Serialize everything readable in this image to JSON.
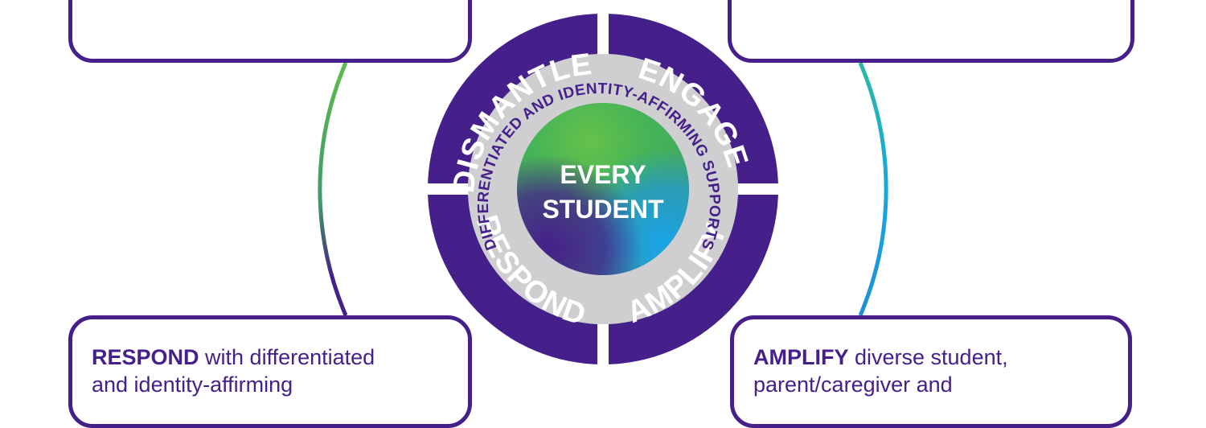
{
  "center": {
    "line1": "EVERY",
    "line2": "STUDENT"
  },
  "inner_ring_text": "DIFFERENTIATED AND IDENTITY-AFFIRMING SUPPORTS",
  "quadrants": {
    "top_left": "DISMANTLE",
    "top_right": "ENGAGE",
    "bottom_right": "AMPLIFY",
    "bottom_left": "RESPOND"
  },
  "boxes": {
    "bottom_left": {
      "verb": "RESPOND",
      "rest": " with differentiated",
      "line2": "and identity-affirming"
    },
    "bottom_right": {
      "verb": "AMPLIFY",
      "rest": " diverse student,",
      "line2": "parent/caregiver and"
    }
  },
  "colors": {
    "purple": "#45208a",
    "ring_gray": "#cfcfd1",
    "green": "#5bbd4b",
    "teal": "#14a9e2"
  }
}
